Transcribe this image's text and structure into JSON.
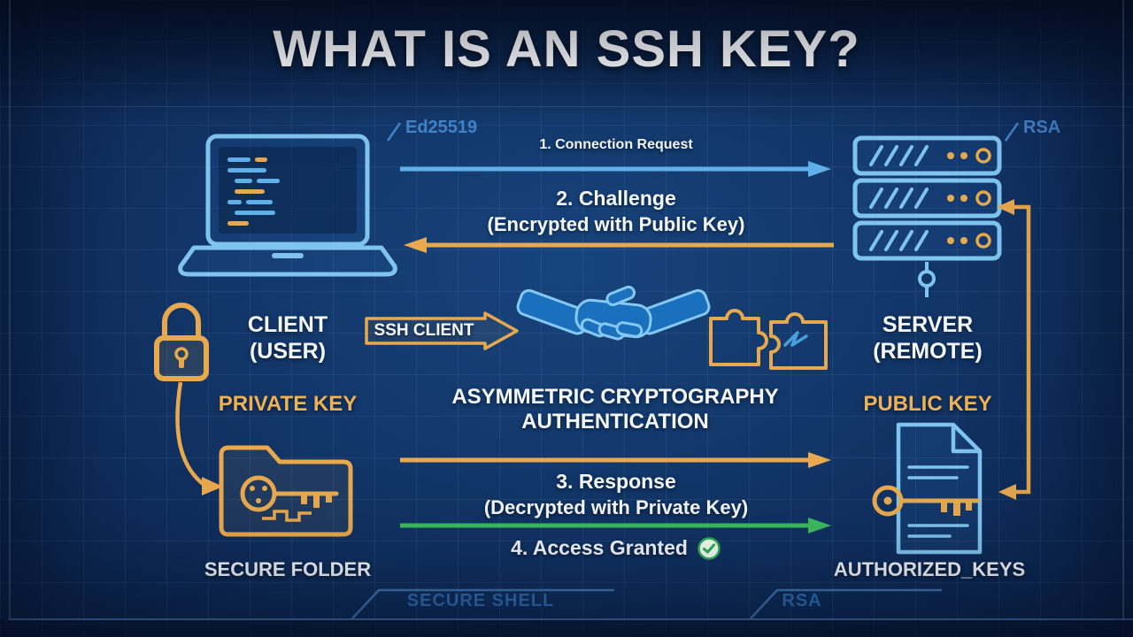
{
  "title": "WHAT IS AN SSH KEY?",
  "annotations": {
    "client_key_type": "Ed25519",
    "server_key_type": "RSA"
  },
  "client": {
    "line1": "CLIENT",
    "line2": "(USER)"
  },
  "server": {
    "line1": "SERVER",
    "line2": "(REMOTE)"
  },
  "ssh_client_label": "SSH CLIENT",
  "center": {
    "line1": "ASYMMETRIC CRYPTOGRAPHY",
    "line2": "AUTHENTICATION"
  },
  "private_key_label": "PRIVATE KEY",
  "public_key_label": "PUBLIC KEY",
  "secure_folder_label": "SECURE FOLDER",
  "authorized_keys_label": "AUTHORIZED_KEYS",
  "steps": [
    {
      "label": "1. Connection Request"
    },
    {
      "label": "2. Challenge",
      "sub": "(Encrypted with Public Key)"
    },
    {
      "label": "3. Response",
      "sub": "(Decrypted with Private Key)"
    },
    {
      "label": "4. Access Granted"
    }
  ],
  "footer": {
    "left": "SECURE SHELL",
    "right": "RSA"
  },
  "icons": {
    "client": "laptop-code-icon",
    "server": "server-rack-icon",
    "handshake": "handshake-icon",
    "puzzle": "puzzle-pieces-icon",
    "private_key": "padlock-icon",
    "secure_folder": "folder-key-icon",
    "authorized_keys": "document-key-icon",
    "access_granted": "check-circle-icon"
  },
  "colors": {
    "background": "#113263",
    "blue_accent": "#5fb0e8",
    "orange_accent": "#e8a94e",
    "green_accent": "#3cbb5e",
    "note_blue": "#4285ca",
    "text": "#f4f8fd"
  }
}
